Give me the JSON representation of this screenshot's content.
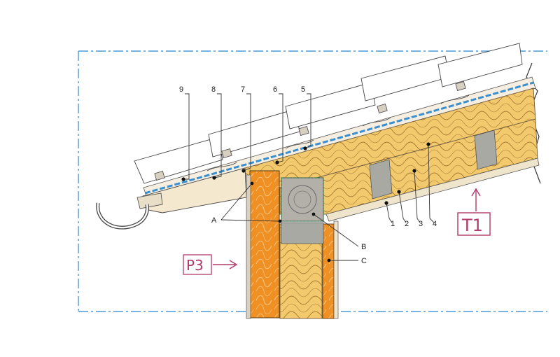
{
  "callouts_top": [
    "9",
    "8",
    "7",
    "6",
    "5"
  ],
  "callouts_right": [
    "1",
    "2",
    "3",
    "4"
  ],
  "callouts_letters": [
    "A",
    "B",
    "C"
  ],
  "reference_tags": {
    "left": "P3",
    "right": "T1"
  },
  "colors": {
    "frame": "#4a9ad6",
    "insulation": "#f2c66a",
    "insulation_dark": "#e9a93e",
    "orange_board": "#ef8a1c",
    "timber": "#a9a9a4",
    "membrane": "#3a8fcf",
    "tag": "#b03a6a"
  }
}
